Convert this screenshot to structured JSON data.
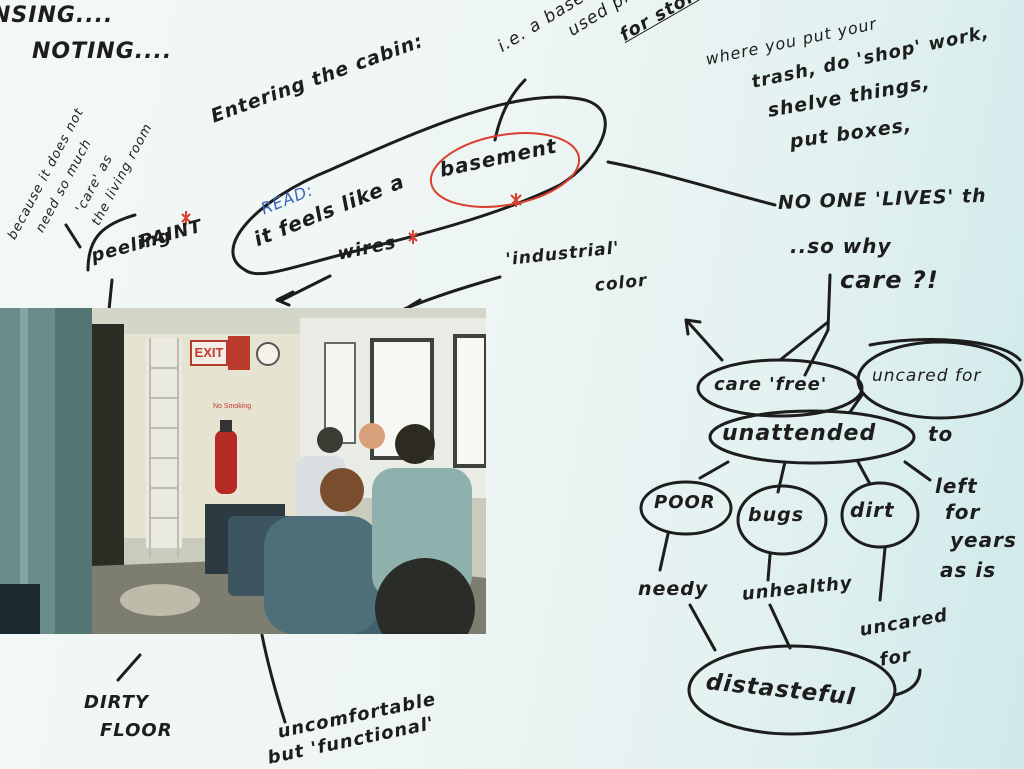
{
  "notes": {
    "sensing": "NSING....",
    "noting": "NOTING....",
    "because": "because it does not",
    "need_so_much": "need so much",
    "care_as": "'care' as",
    "living_room": "the living room",
    "peeling": "peeling",
    "paint": "PAINT",
    "entering": "Entering the cabin:",
    "ie_basement": "i.e. a basement",
    "used_primarily": "used primarily",
    "for_storage": "for storage",
    "read": "READ:",
    "feels_like": "it feels like a",
    "basement": "basement",
    "wires": "wires",
    "where_put": "where you put your",
    "trash": "trash, do 'shop' work,",
    "shelve": "shelve things,",
    "put_boxes": "put boxes,",
    "no_one": "NO ONE 'LIVES' th",
    "so_why": "..so why",
    "care": "care ?!",
    "industrial": "'industrial'",
    "color": "color",
    "carefree": "care 'free'",
    "uncared_for_top": "uncared for",
    "unattended": "unattended",
    "to": "to",
    "left_for": "left",
    "for_word": "for",
    "years": "years",
    "as_is": "as is",
    "poor": "POOR",
    "bugs": "bugs",
    "dirt": "dirt",
    "needy": "needy",
    "unhealthy": "unhealthy",
    "uncared_bottom": "uncared",
    "for_bottom": "for",
    "distasteful": "distasteful",
    "dirty": "DIRTY",
    "floor": "FLOOR",
    "uncomfortable": "uncomfortable",
    "functional": "but 'functional'"
  },
  "photo": {
    "exit_label": "EXIT",
    "sign_text": "No Smoking"
  },
  "colors": {
    "ink": "#1d1d1d",
    "red_ink": "#d9412e",
    "blue_ink": "#3a63b8"
  }
}
